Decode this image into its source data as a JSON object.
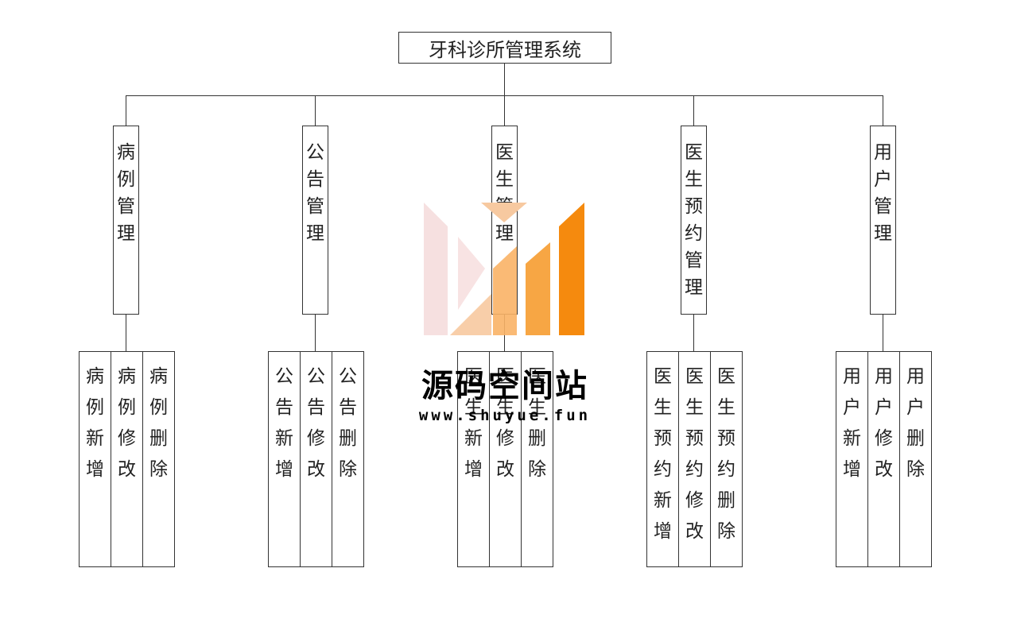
{
  "root": {
    "label": "牙科诊所管理系统"
  },
  "categories": [
    {
      "label": "病\n例\n管\n理",
      "children": [
        "病\n例\n新\n增",
        "病\n例\n修\n改",
        "病\n例\n删\n除"
      ]
    },
    {
      "label": "公\n告\n管\n理",
      "children": [
        "公\n告\n新\n增",
        "公\n告\n修\n改",
        "公\n告\n删\n除"
      ]
    },
    {
      "label": "医\n生\n管\n理",
      "children": [
        "医\n生\n新\n增",
        "医\n生\n修\n改",
        "医\n生\n删\n除"
      ]
    },
    {
      "label": "医\n生\n预\n约\n管\n理",
      "children": [
        "医\n生\n预\n约\n新\n增",
        "医\n生\n预\n约\n修\n改",
        "医\n生\n预\n约\n删\n除"
      ]
    },
    {
      "label": "用\n户\n管\n理",
      "children": [
        "用\n户\n新\n增",
        "用\n户\n修\n改",
        "用\n户\n删\n除"
      ]
    }
  ],
  "watermark": {
    "title": "源码空间站",
    "url": "www.shuyue.fun",
    "colors": [
      "#f5dada",
      "#f7c9a0",
      "#f9b266",
      "#f7a13a",
      "#f58a0e"
    ]
  }
}
